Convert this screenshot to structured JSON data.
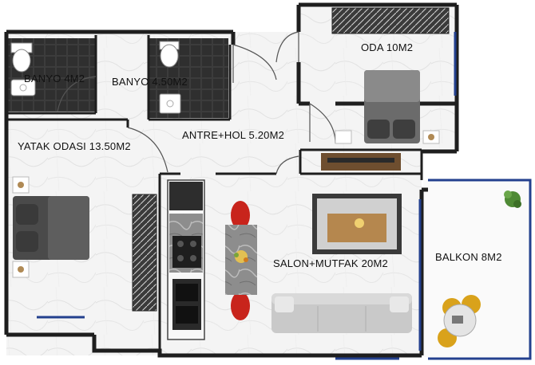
{
  "rooms": {
    "oda": "ODA 10M2",
    "banyo1": "BANYO 4M2",
    "banyo2": "BANYO 4.50M2",
    "antre": "ANTRE+HOL 5.20M2",
    "yatak": "YATAK ODASI 13.50M2",
    "salon": "SALON+MUTFAK 20M2",
    "balkon": "BALKON 8M2"
  },
  "colors": {
    "wall": "#1e1e1e",
    "floor": "#f3f3f3",
    "tile_dark": "#3a3a3a",
    "window": "#23408e",
    "rug": "#c8c8c8",
    "chair_red": "#c8241c",
    "plant": "#4f8a35",
    "chair_yellow": "#d9a21b",
    "sofa": "#c9c9c9"
  }
}
